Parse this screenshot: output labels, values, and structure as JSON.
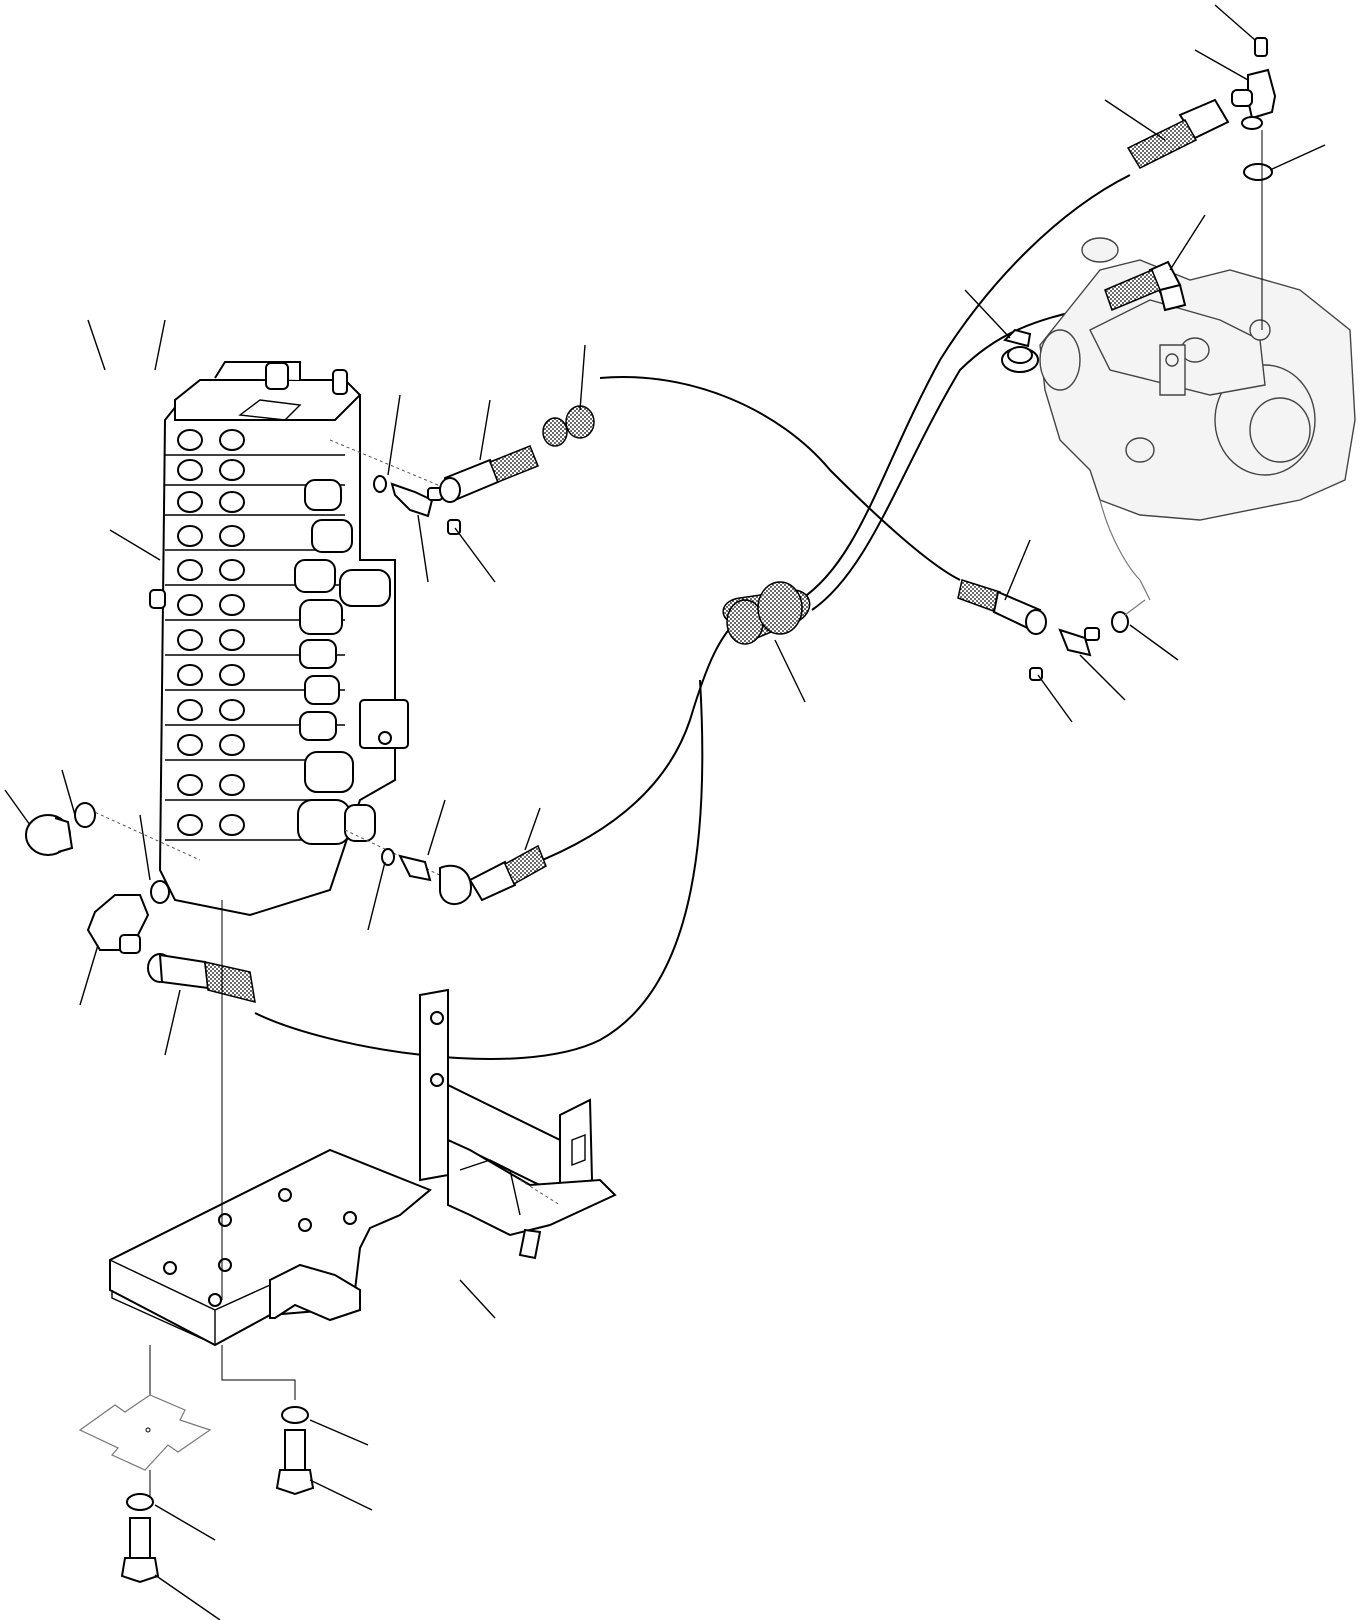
{
  "diagram": {
    "kind": "exploded parts diagram",
    "colors": {
      "line": "#000000",
      "background": "#ffffff",
      "faint_part": "#777777"
    },
    "components": [
      "control-valve-block",
      "mounting-bracket",
      "hydraulic-pump",
      "pilot-hose",
      "hose-clamp",
      "elbow-fitting",
      "tee-fitting",
      "o-ring",
      "plug",
      "bolt",
      "washer",
      "shim-plate"
    ],
    "callout_labels": []
  }
}
